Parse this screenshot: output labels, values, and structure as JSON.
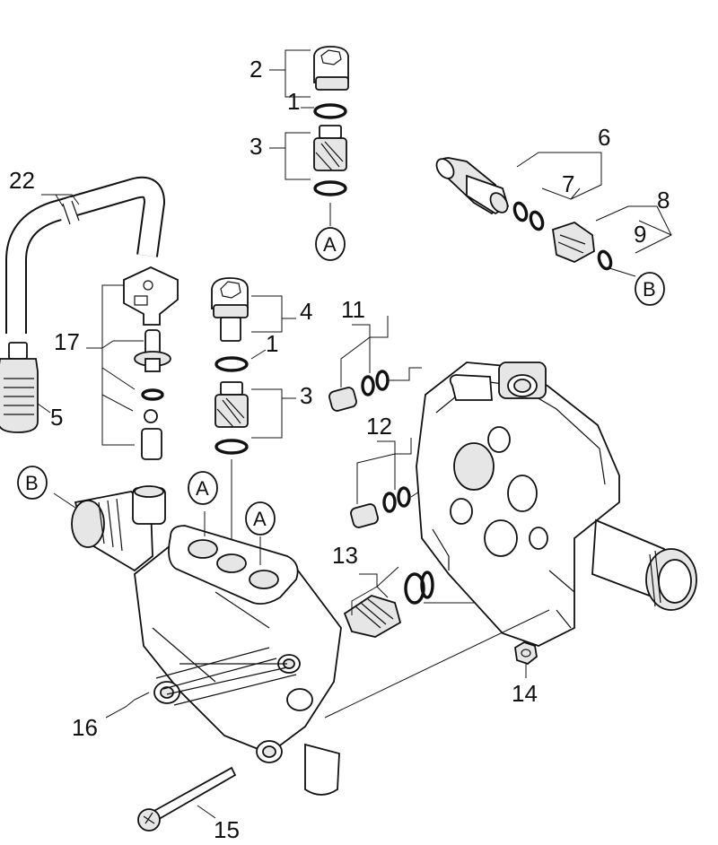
{
  "callouts": {
    "c1": "1",
    "c1b": "1",
    "c2": "2",
    "c3": "3",
    "c3b": "3",
    "c4": "4",
    "c5": "5",
    "c6": "6",
    "c7": "7",
    "c8": "8",
    "c9": "9",
    "c11": "11",
    "c12": "12",
    "c13": "13",
    "c14": "14",
    "c15": "15",
    "c16": "16",
    "c17": "17",
    "c22": "22"
  },
  "refs": {
    "a": "A",
    "b": "B"
  },
  "colors": {
    "ink": "#111111",
    "fill": "#ffffff",
    "shade": "#e6e6e6",
    "dark": "#9a9a9a"
  }
}
